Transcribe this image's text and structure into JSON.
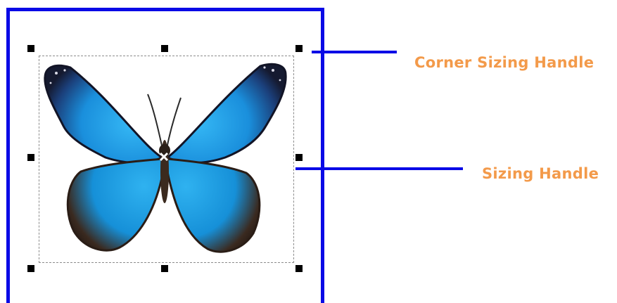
{
  "labels": {
    "corner": "Corner Sizing Handle",
    "side": "Sizing Handle"
  },
  "colors": {
    "frame": "#0a0ae6",
    "label": "#f39a4a",
    "handle": "#000000",
    "wing_blue": "#1a9ee8",
    "wing_dark": "#1b1f3a"
  },
  "image": {
    "subject": "butterfly-image"
  }
}
